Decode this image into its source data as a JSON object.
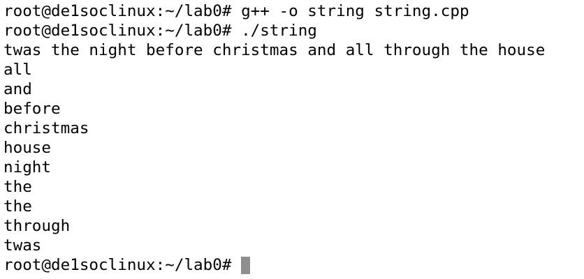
{
  "terminal": {
    "lines": [
      {
        "prompt": "root@de1soclinux:~/lab0#",
        "command": "g++ -o string string.cpp"
      },
      {
        "prompt": "root@de1soclinux:~/lab0#",
        "command": "./string"
      }
    ],
    "output": [
      "twas the night before christmas and all through the house",
      "all",
      "and",
      "before",
      "christmas",
      "house",
      "night",
      "the",
      "the",
      "through",
      "twas"
    ],
    "final_prompt": "root@de1soclinux:~/lab0#",
    "cursor_color": "#8e8e8e"
  }
}
